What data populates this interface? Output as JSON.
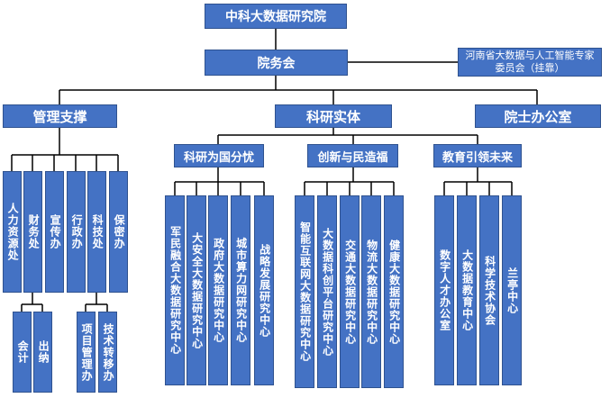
{
  "top": "中科大数据研究院",
  "council": "院务会",
  "committee": "河南省大数据与人工智能专家委员会（挂靠）",
  "branches": {
    "management": "管理支撑",
    "research": "科研实体",
    "academician": "院士办公室"
  },
  "management_units": [
    "人力资源处",
    "财务处",
    "宣传办",
    "行政办",
    "科技处",
    "保密办"
  ],
  "finance_sub": [
    "会计",
    "出纳"
  ],
  "tech_sub": [
    "项目管理办",
    "技术转移办"
  ],
  "research_groups": {
    "national": {
      "label": "科研为国分忧",
      "units": [
        "军民融合大数据研究中心",
        "大安全大数据研究中心",
        "政府大数据研究中心",
        "城市算力网研究中心",
        "战略发展研究中心"
      ]
    },
    "innovation": {
      "label": "创新与民造福",
      "units": [
        "智能互联网大数据研究中心",
        "大数据科创平台研究中心",
        "交通大数据研究中心",
        "物流大数据研究中心",
        "健康大数据研究中心"
      ]
    },
    "education": {
      "label": "教育引领未来",
      "units": [
        "数字人才办公室",
        "大数据教育中心",
        "科学技术协会",
        "兰亭中心"
      ]
    }
  },
  "colors": {
    "box": "#4472c4",
    "border": "#2f528f",
    "line": "#000000"
  }
}
